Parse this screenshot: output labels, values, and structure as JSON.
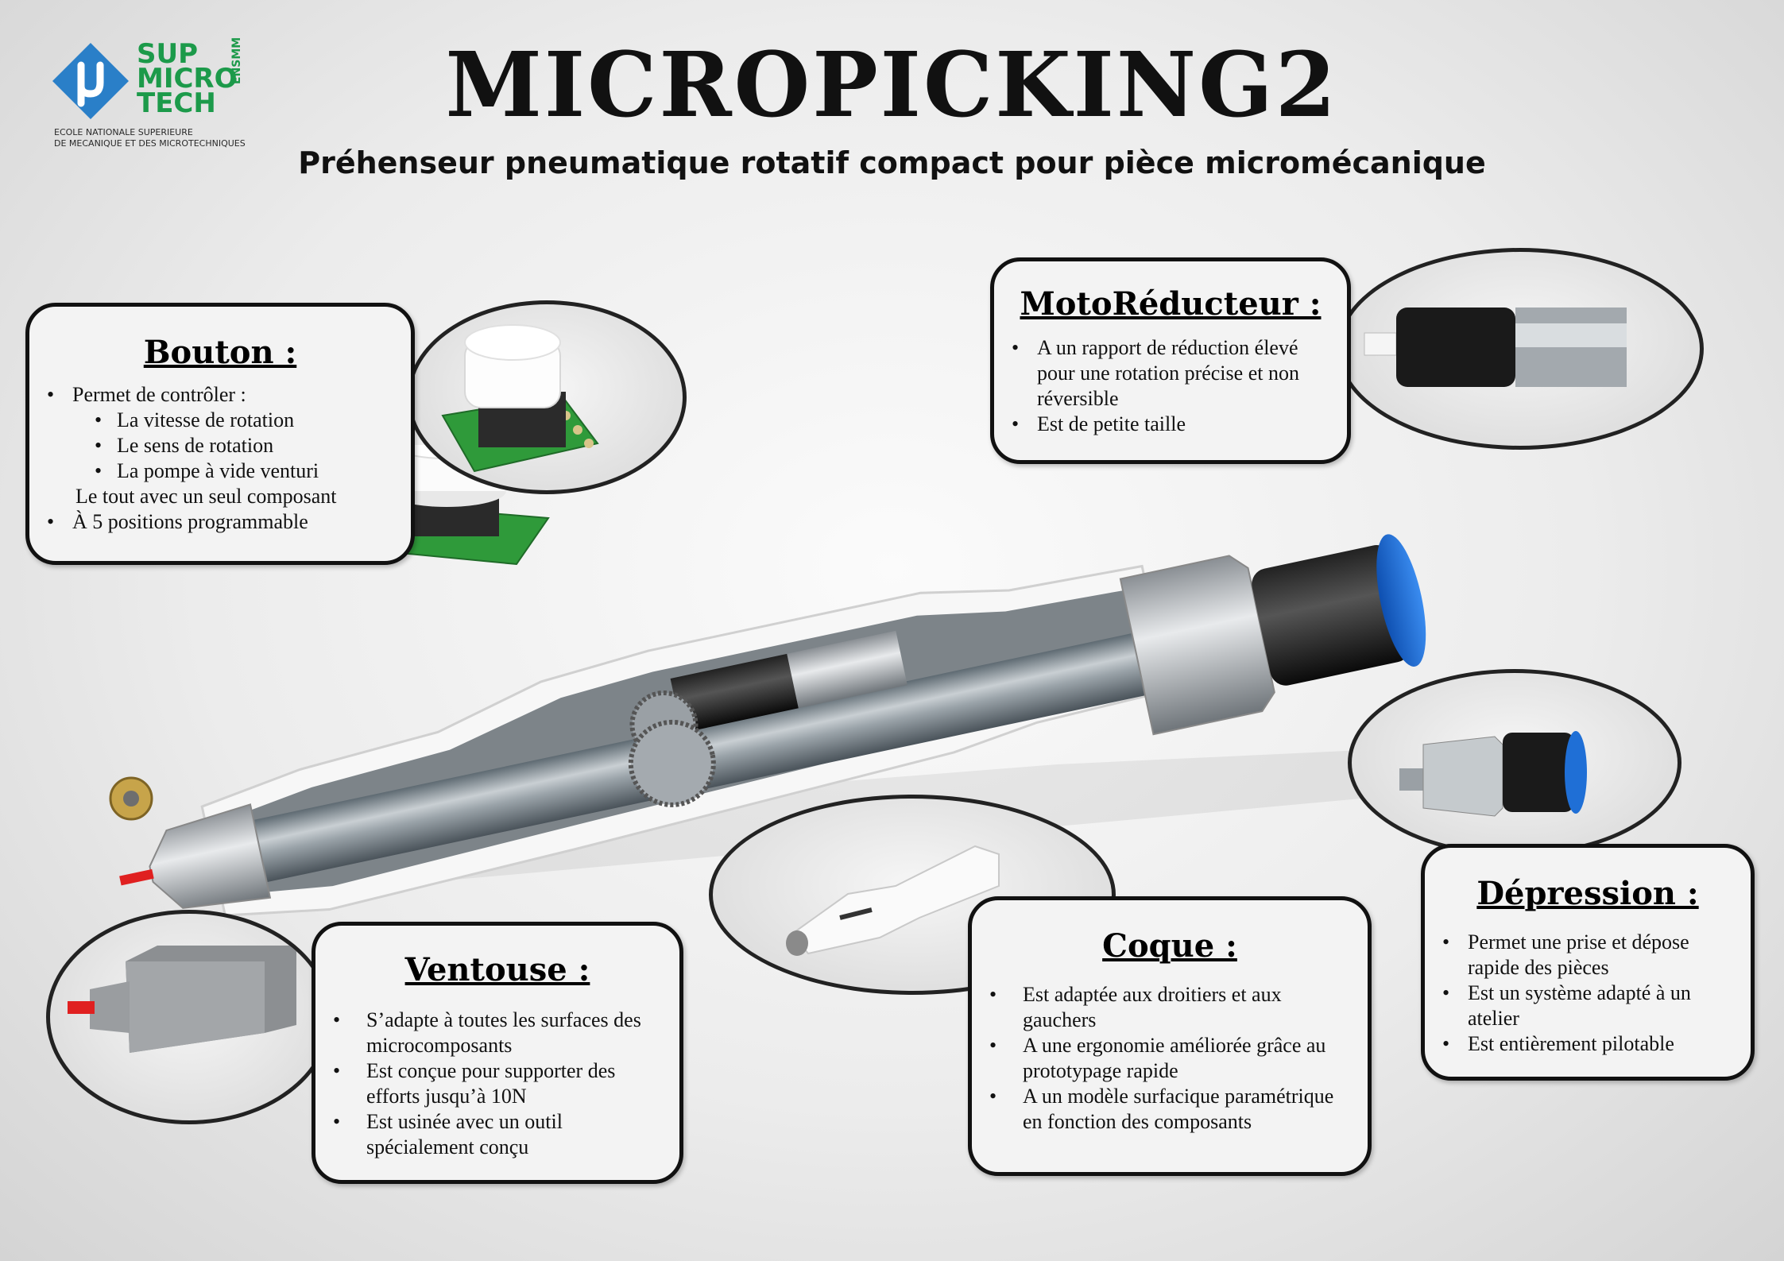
{
  "logo": {
    "line1": "SUP",
    "line2": "MICRO",
    "line3": "TECH",
    "side": "ENSMM",
    "sub1": "ECOLE NATIONALE SUPERIEURE",
    "sub2": "DE MECANIQUE ET DES MICROTECHNIQUES",
    "brand_blue": "#2a7fc8",
    "brand_green": "#1c9a4a"
  },
  "title": "MICROPICKING2",
  "subtitle": "Préhenseur pneumatique rotatif compact pour pièce micromécanique",
  "bouton": {
    "heading": "Bouton :",
    "item1": "Permet de contrôler :",
    "sub1": "La vitesse de rotation",
    "sub2": "Le sens de rotation",
    "sub3": "La pompe à vide venturi",
    "note": "Le tout avec un seul composant",
    "item2": "À 5 positions programmable"
  },
  "moto": {
    "heading": "MotoRéducteur :",
    "item1": " A un rapport de réduction élevé pour une rotation précise et non réversible",
    "item2": "Est de petite taille"
  },
  "ventouse": {
    "heading": "Ventouse :",
    "item1": "S’adapte à toutes les surfaces des microcomposants",
    "item2": "Est conçue pour supporter des efforts jusqu’à 10N",
    "item3": "Est usinée avec un outil spécialement conçu"
  },
  "coque": {
    "heading": "Coque :",
    "item1": "Est adaptée aux droitiers et aux gauchers",
    "item2": "A une ergonomie améliorée grâce au prototypage rapide",
    "item3": "A un modèle surfacique paramétrique en fonction des composants"
  },
  "depression": {
    "heading": "Dépression :",
    "item1": "Permet une prise et dépose rapide des pièces",
    "item2": "Est un système adapté à un atelier",
    "item3": "Est entièrement pilotable"
  },
  "colors": {
    "pcb_green": "#2f9a3a",
    "fitting_blue": "#1f6fd6",
    "tip_red": "#e02020"
  }
}
